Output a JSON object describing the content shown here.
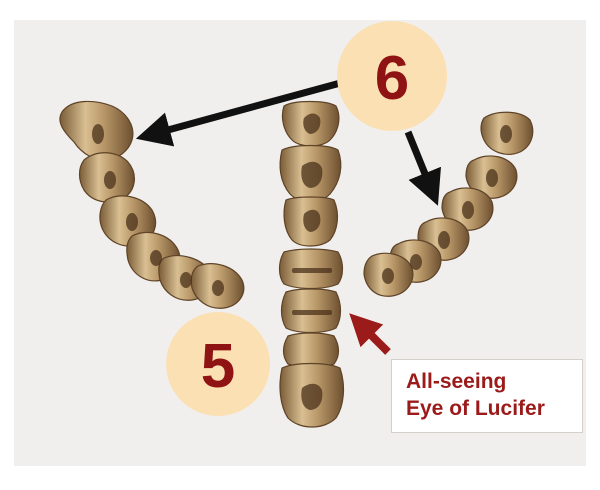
{
  "badges": {
    "top_label": "6",
    "bottom_label": "5"
  },
  "caption": {
    "line1": "All-seeing",
    "line2": "Eye of Lucifer"
  },
  "colors": {
    "badge_fill": "#fbe0b4",
    "badge_text": "#8f1313",
    "arrow_black": "#111111",
    "arrow_red": "#9b1b1b",
    "panel_bg": "#f1efed",
    "bone_gold": "#b49467"
  }
}
